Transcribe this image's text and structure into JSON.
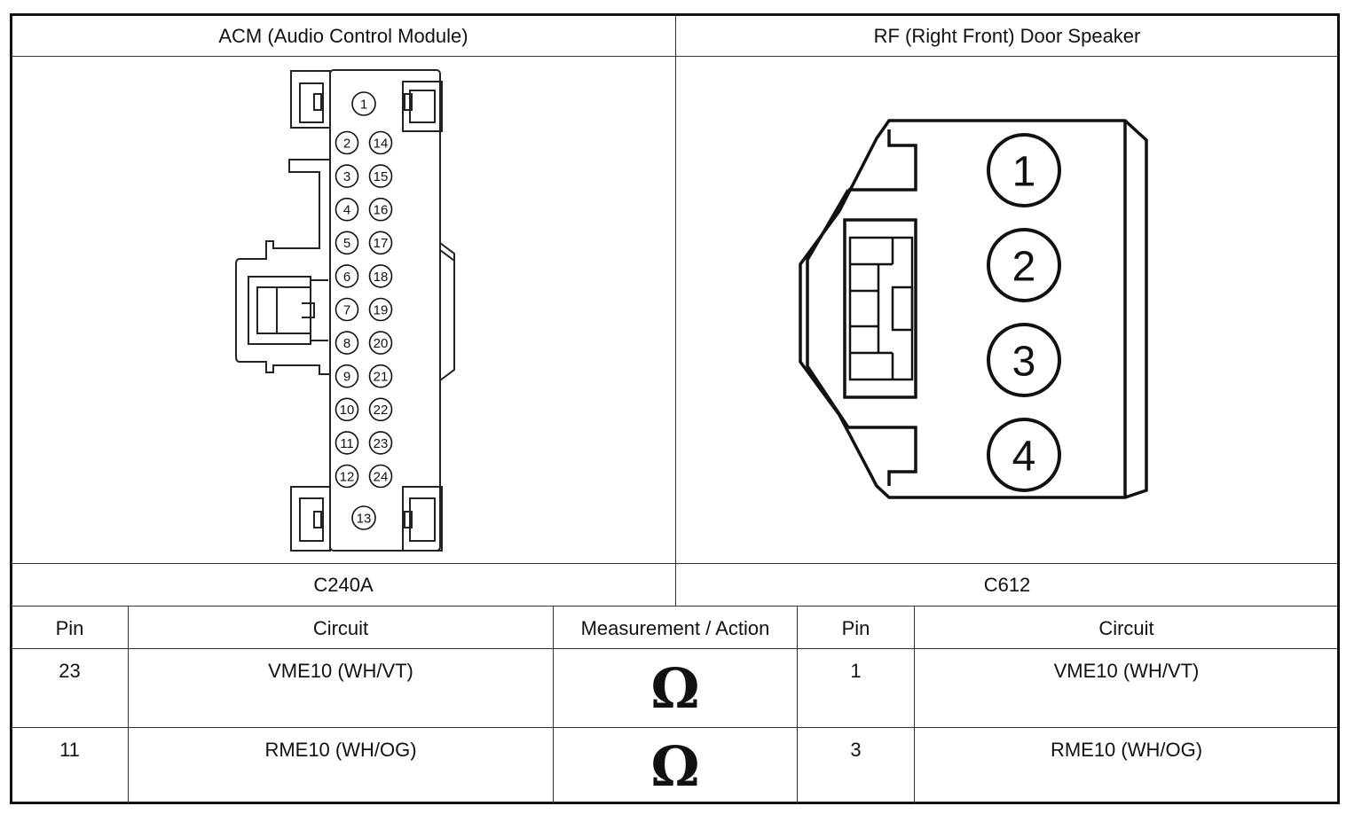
{
  "connectors": [
    {
      "id": "acm",
      "title": "ACM (Audio Control Module)",
      "code": "C240A",
      "pins_single": [
        "1",
        "13"
      ],
      "pins_left": [
        "2",
        "3",
        "4",
        "5",
        "6",
        "7",
        "8",
        "9",
        "10",
        "11",
        "12"
      ],
      "pins_right": [
        "14",
        "15",
        "16",
        "17",
        "18",
        "19",
        "20",
        "21",
        "22",
        "23",
        "24"
      ]
    },
    {
      "id": "rf",
      "title": "RF (Right Front) Door Speaker",
      "code": "C612",
      "pins": [
        "1",
        "2",
        "3",
        "4"
      ]
    }
  ],
  "table": {
    "headers": [
      "Pin",
      "Circuit",
      "Measurement / Action",
      "Pin",
      "Circuit"
    ],
    "rows": [
      {
        "pin_a": "23",
        "circuit_a": "VME10 (WH/VT)",
        "action": "Ω",
        "pin_b": "1",
        "circuit_b": "VME10 (WH/VT)"
      },
      {
        "pin_a": "11",
        "circuit_a": "RME10 (WH/OG)",
        "action": "Ω",
        "pin_b": "3",
        "circuit_b": "RME10 (WH/OG)"
      }
    ]
  }
}
